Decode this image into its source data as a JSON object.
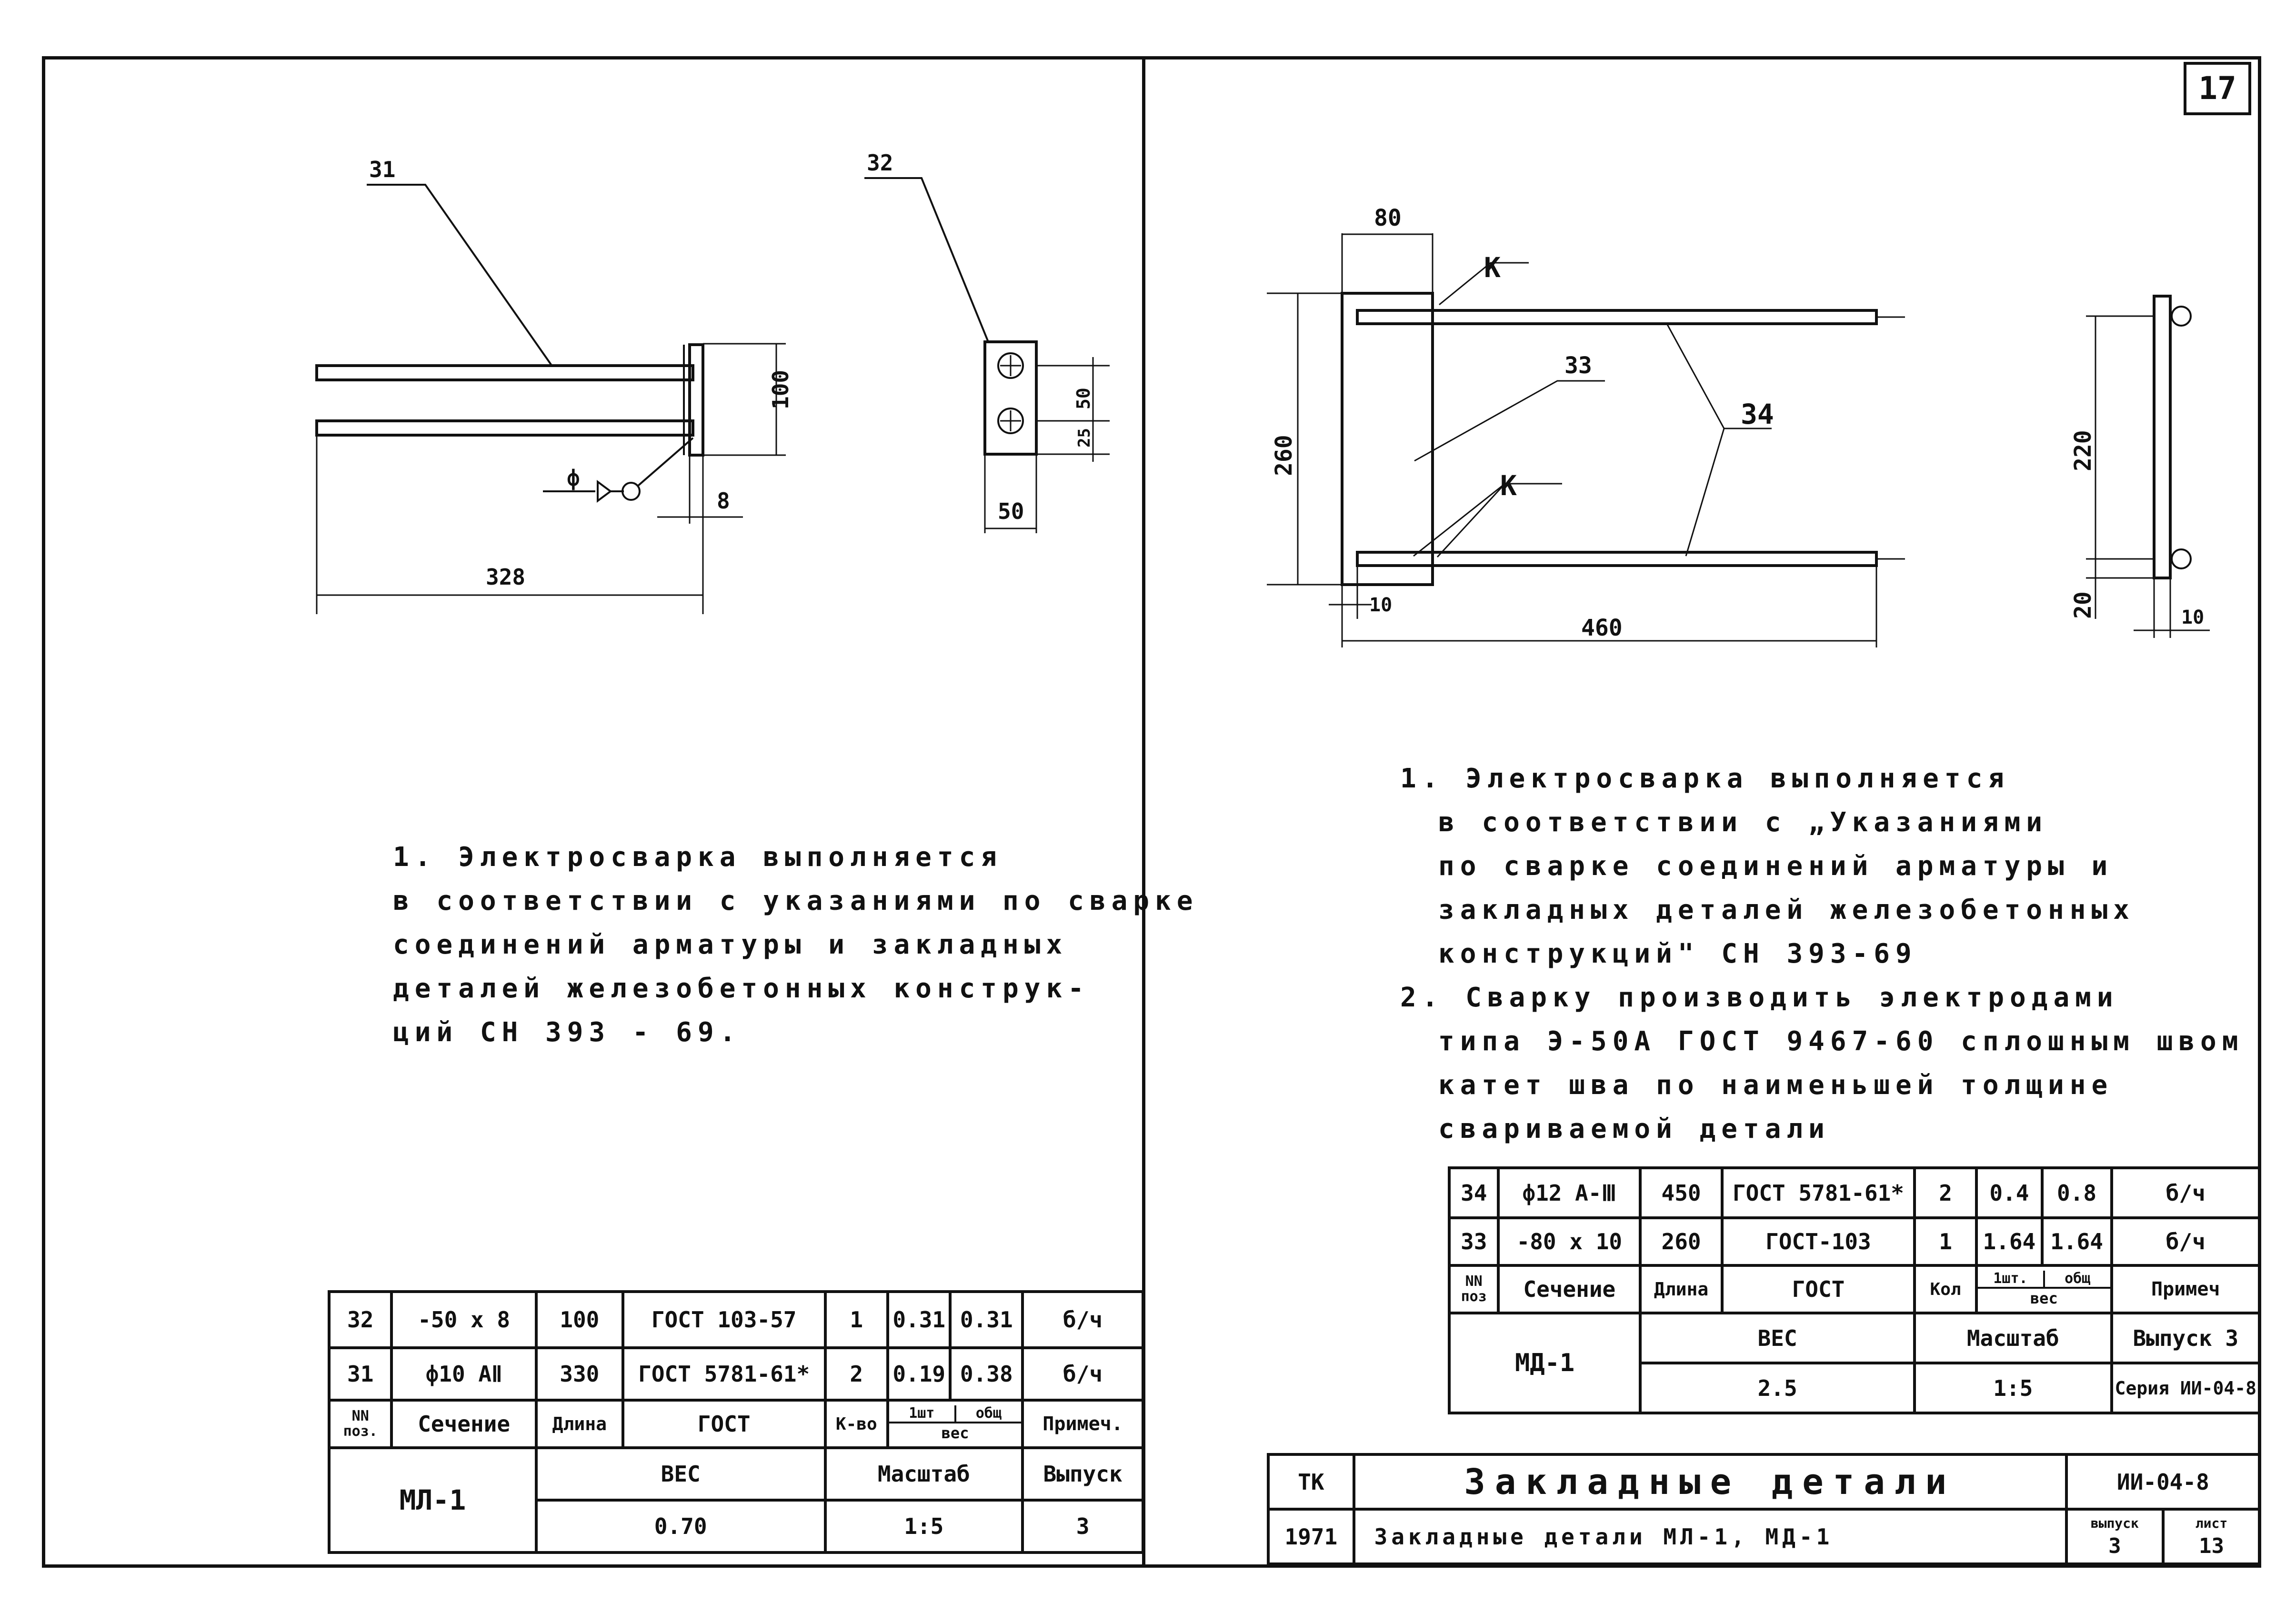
{
  "sheet_number": "17",
  "left": {
    "labels": {
      "pos31": "31",
      "pos32": "32",
      "phi": "ф"
    },
    "dims": {
      "d100": "100",
      "d8": "8",
      "d328": "328",
      "d50v": "50",
      "d25": "25",
      "d50h": "50"
    },
    "note": [
      "1. Электросварка выполняется",
      "в соответствии с указаниями по сварке",
      "соединений арматуры и закладных",
      "деталей железобетонных конструк-",
      "ций СН 393 - 69."
    ],
    "spec_rows": [
      [
        "32",
        "-50 x 8",
        "100",
        "ГОСТ 103-57",
        "1",
        "0.31",
        "0.31",
        "б/ч"
      ],
      [
        "31",
        "ф10 AⅡ",
        "330",
        "ГОСТ 5781-61*",
        "2",
        "0.19",
        "0.38",
        "б/ч"
      ]
    ],
    "header": {
      "pos": "NN поз.",
      "section": "Сечение",
      "length": "Длина",
      "gost": "ГОСТ",
      "qty": "К-во",
      "w1": "1шт",
      "wt": "общ",
      "weight": "вес",
      "note": "Примеч."
    },
    "footer": {
      "mark": "МЛ-1",
      "ves": "ВЕС",
      "scale": "Масштаб",
      "issue": "Выпуск",
      "ves_val": "0.70",
      "scale_val": "1:5",
      "issue_val": "3"
    }
  },
  "right": {
    "labels": {
      "k1": "К",
      "k2": "К",
      "pos33": "33",
      "pos34": "34"
    },
    "dims": {
      "d80": "80",
      "d260": "260",
      "d10a": "10",
      "d460": "460",
      "d220": "220",
      "d20": "20",
      "d10b": "10"
    },
    "note": [
      "1. Электросварка выполняется",
      "в соответствии с „Указаниями",
      "по сварке соединений арматуры и",
      "закладных деталей железобетонных",
      "конструкций\" СН 393-69",
      "2. Сварку производить электродами",
      "типа Э-50А ГОСТ 9467-60 сплошным швом",
      "катет шва по наименьшей толщине",
      "свариваемой детали"
    ],
    "spec_rows": [
      [
        "34",
        "ф12 A-Ⅲ",
        "450",
        "ГОСТ 5781-61*",
        "2",
        "0.4",
        "0.8",
        "б/ч"
      ],
      [
        "33",
        "-80 x 10",
        "260",
        "ГОСТ-103",
        "1",
        "1.64",
        "1.64",
        "б/ч"
      ]
    ],
    "header": {
      "pos": "NN поз",
      "section": "Сечение",
      "length": "Длина",
      "gost": "ГОСТ",
      "qty": "Кол",
      "w1": "1шт.",
      "wt": "общ",
      "weight": "вес",
      "note": "Примеч"
    },
    "footer": {
      "mark": "МД-1",
      "ves": "ВЕС",
      "scale": "Масштаб",
      "issue": "Выпуск 3",
      "ves_val": "2.5",
      "scale_val": "1:5",
      "series": "Серия ИИ-04-8"
    }
  },
  "stamp": {
    "org": "ТК",
    "year": "1971",
    "title": "Закладные детали",
    "subtitle": "Закладные детали МЛ-1, МД-1",
    "code": "ИИ-04-8",
    "issue_label": "выпуск",
    "issue_val": "3",
    "sheet_label": "лист",
    "sheet_val": "13"
  }
}
